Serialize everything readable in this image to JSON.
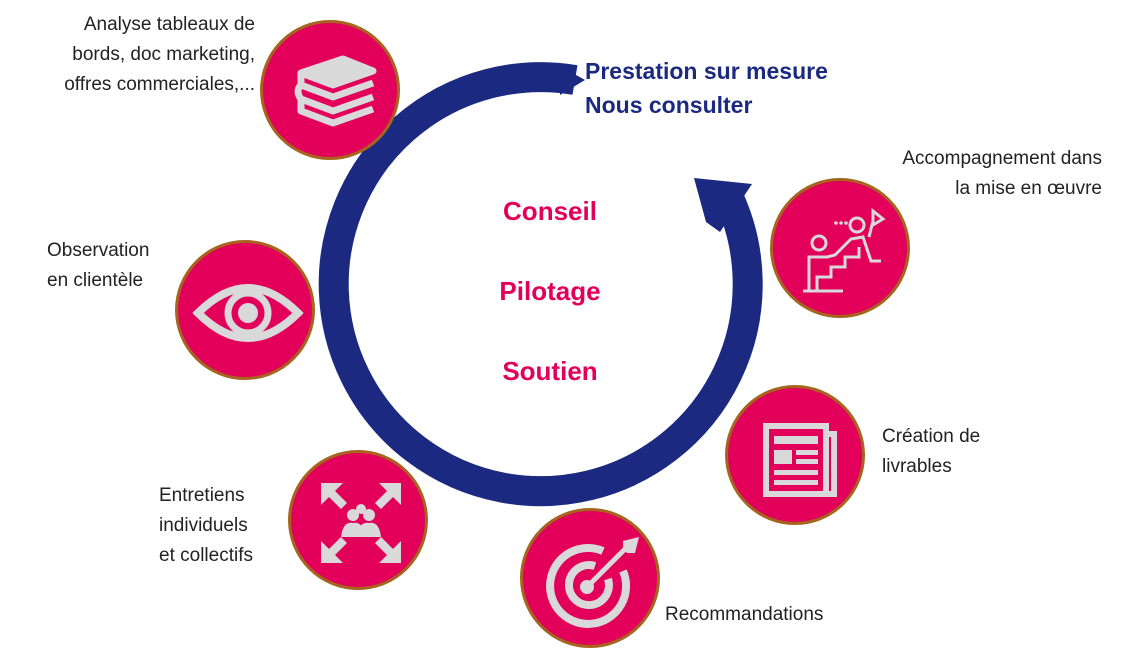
{
  "title": {
    "line1": "Prestation sur mesure",
    "line2": "Nous consulter"
  },
  "center": [
    "Conseil",
    "Pilotage",
    "Soutien"
  ],
  "items": {
    "analyse": [
      "Analyse tableaux de",
      "bords, doc marketing,",
      "offres commerciales,..."
    ],
    "observation": [
      "Observation",
      "en clientèle"
    ],
    "entretiens": [
      "Entretiens",
      "individuels",
      "et collectifs"
    ],
    "recommandations": [
      "Recommandations"
    ],
    "livrables": [
      "Création de",
      "livrables"
    ],
    "accompagnement": [
      "Accompagnement dans",
      "la mise en œuvre"
    ]
  },
  "colors": {
    "accent": "#E2005A",
    "navy": "#1B2A80",
    "ring": "#A6641F",
    "icon": "#D9D9D9"
  }
}
